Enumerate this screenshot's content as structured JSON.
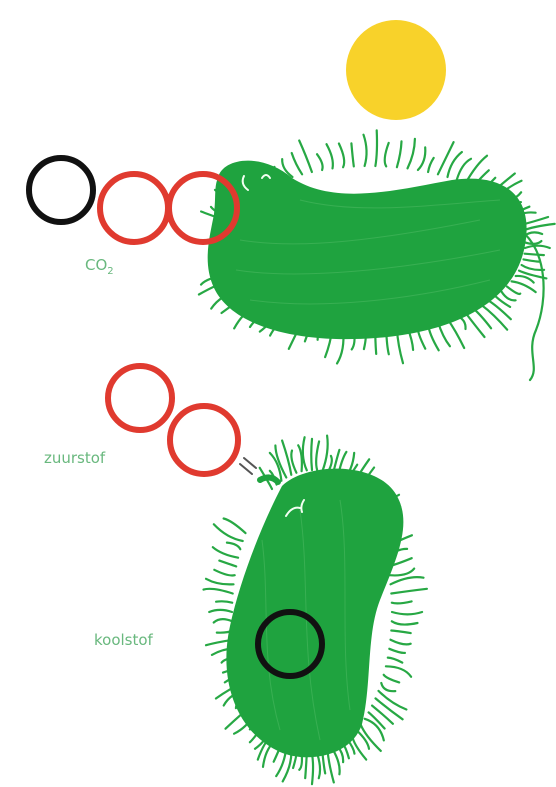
{
  "labels": {
    "co2_main": "CO",
    "co2_sub": "2",
    "oxygen": "zuurstof",
    "carbon": "koolstof"
  },
  "colors": {
    "bacteria_green": "#1fa33f",
    "hair_green": "#27a844",
    "oxygen_red": "#e03a2f",
    "carbon_black": "#111111",
    "sun_yellow": "#f8d22a",
    "label_green": "#69b87e"
  }
}
